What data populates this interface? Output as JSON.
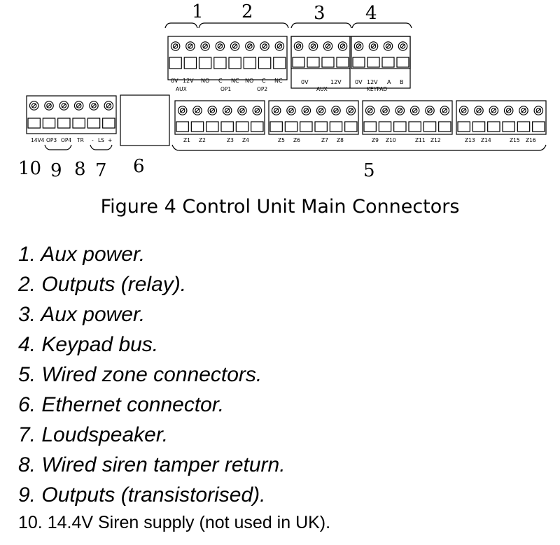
{
  "callouts": {
    "c1": "1",
    "c2": "2",
    "c3": "3",
    "c4": "4",
    "c5": "5",
    "c6": "6",
    "c7": "7",
    "c8": "8",
    "c9": "9",
    "c10": "10"
  },
  "terminal_labels": {
    "top_left_block": {
      "terminals": [
        "0V",
        "12V",
        "NO",
        "C",
        "NC",
        "NO",
        "C",
        "NC"
      ],
      "groups": [
        "AUX",
        "OP1",
        "OP2"
      ]
    },
    "aux_block": {
      "terminals": [
        "0V",
        "12V"
      ],
      "group": "AUX"
    },
    "keypad_block": {
      "terminals": [
        "0V",
        "12V",
        "A",
        "B"
      ],
      "group": "KEYPAD"
    },
    "left_block": {
      "terminals": [
        "14V4",
        "OP3",
        "OP4",
        "TR",
        "-",
        "LS",
        "+"
      ]
    },
    "zone_blocks": [
      {
        "pairs": [
          "Z1",
          "Z2",
          "Z3",
          "Z4"
        ]
      },
      {
        "pairs": [
          "Z5",
          "Z6",
          "Z7",
          "Z8"
        ]
      },
      {
        "pairs": [
          "Z9",
          "Z10",
          "Z11",
          "Z12"
        ]
      },
      {
        "pairs": [
          "Z13",
          "Z14",
          "Z15",
          "Z16"
        ]
      }
    ]
  },
  "caption": "Figure 4 Control Unit Main Connectors",
  "legend": [
    "1. Aux power.",
    "2. Outputs (relay).",
    "3. Aux power.",
    "4. Keypad bus.",
    "5. Wired zone connectors.",
    "6. Ethernet connector.",
    "7. Loudspeaker.",
    "8. Wired siren tamper return.",
    "9. Outputs (transistorised).",
    "10. 14.4V Siren supply (not used in UK)."
  ]
}
